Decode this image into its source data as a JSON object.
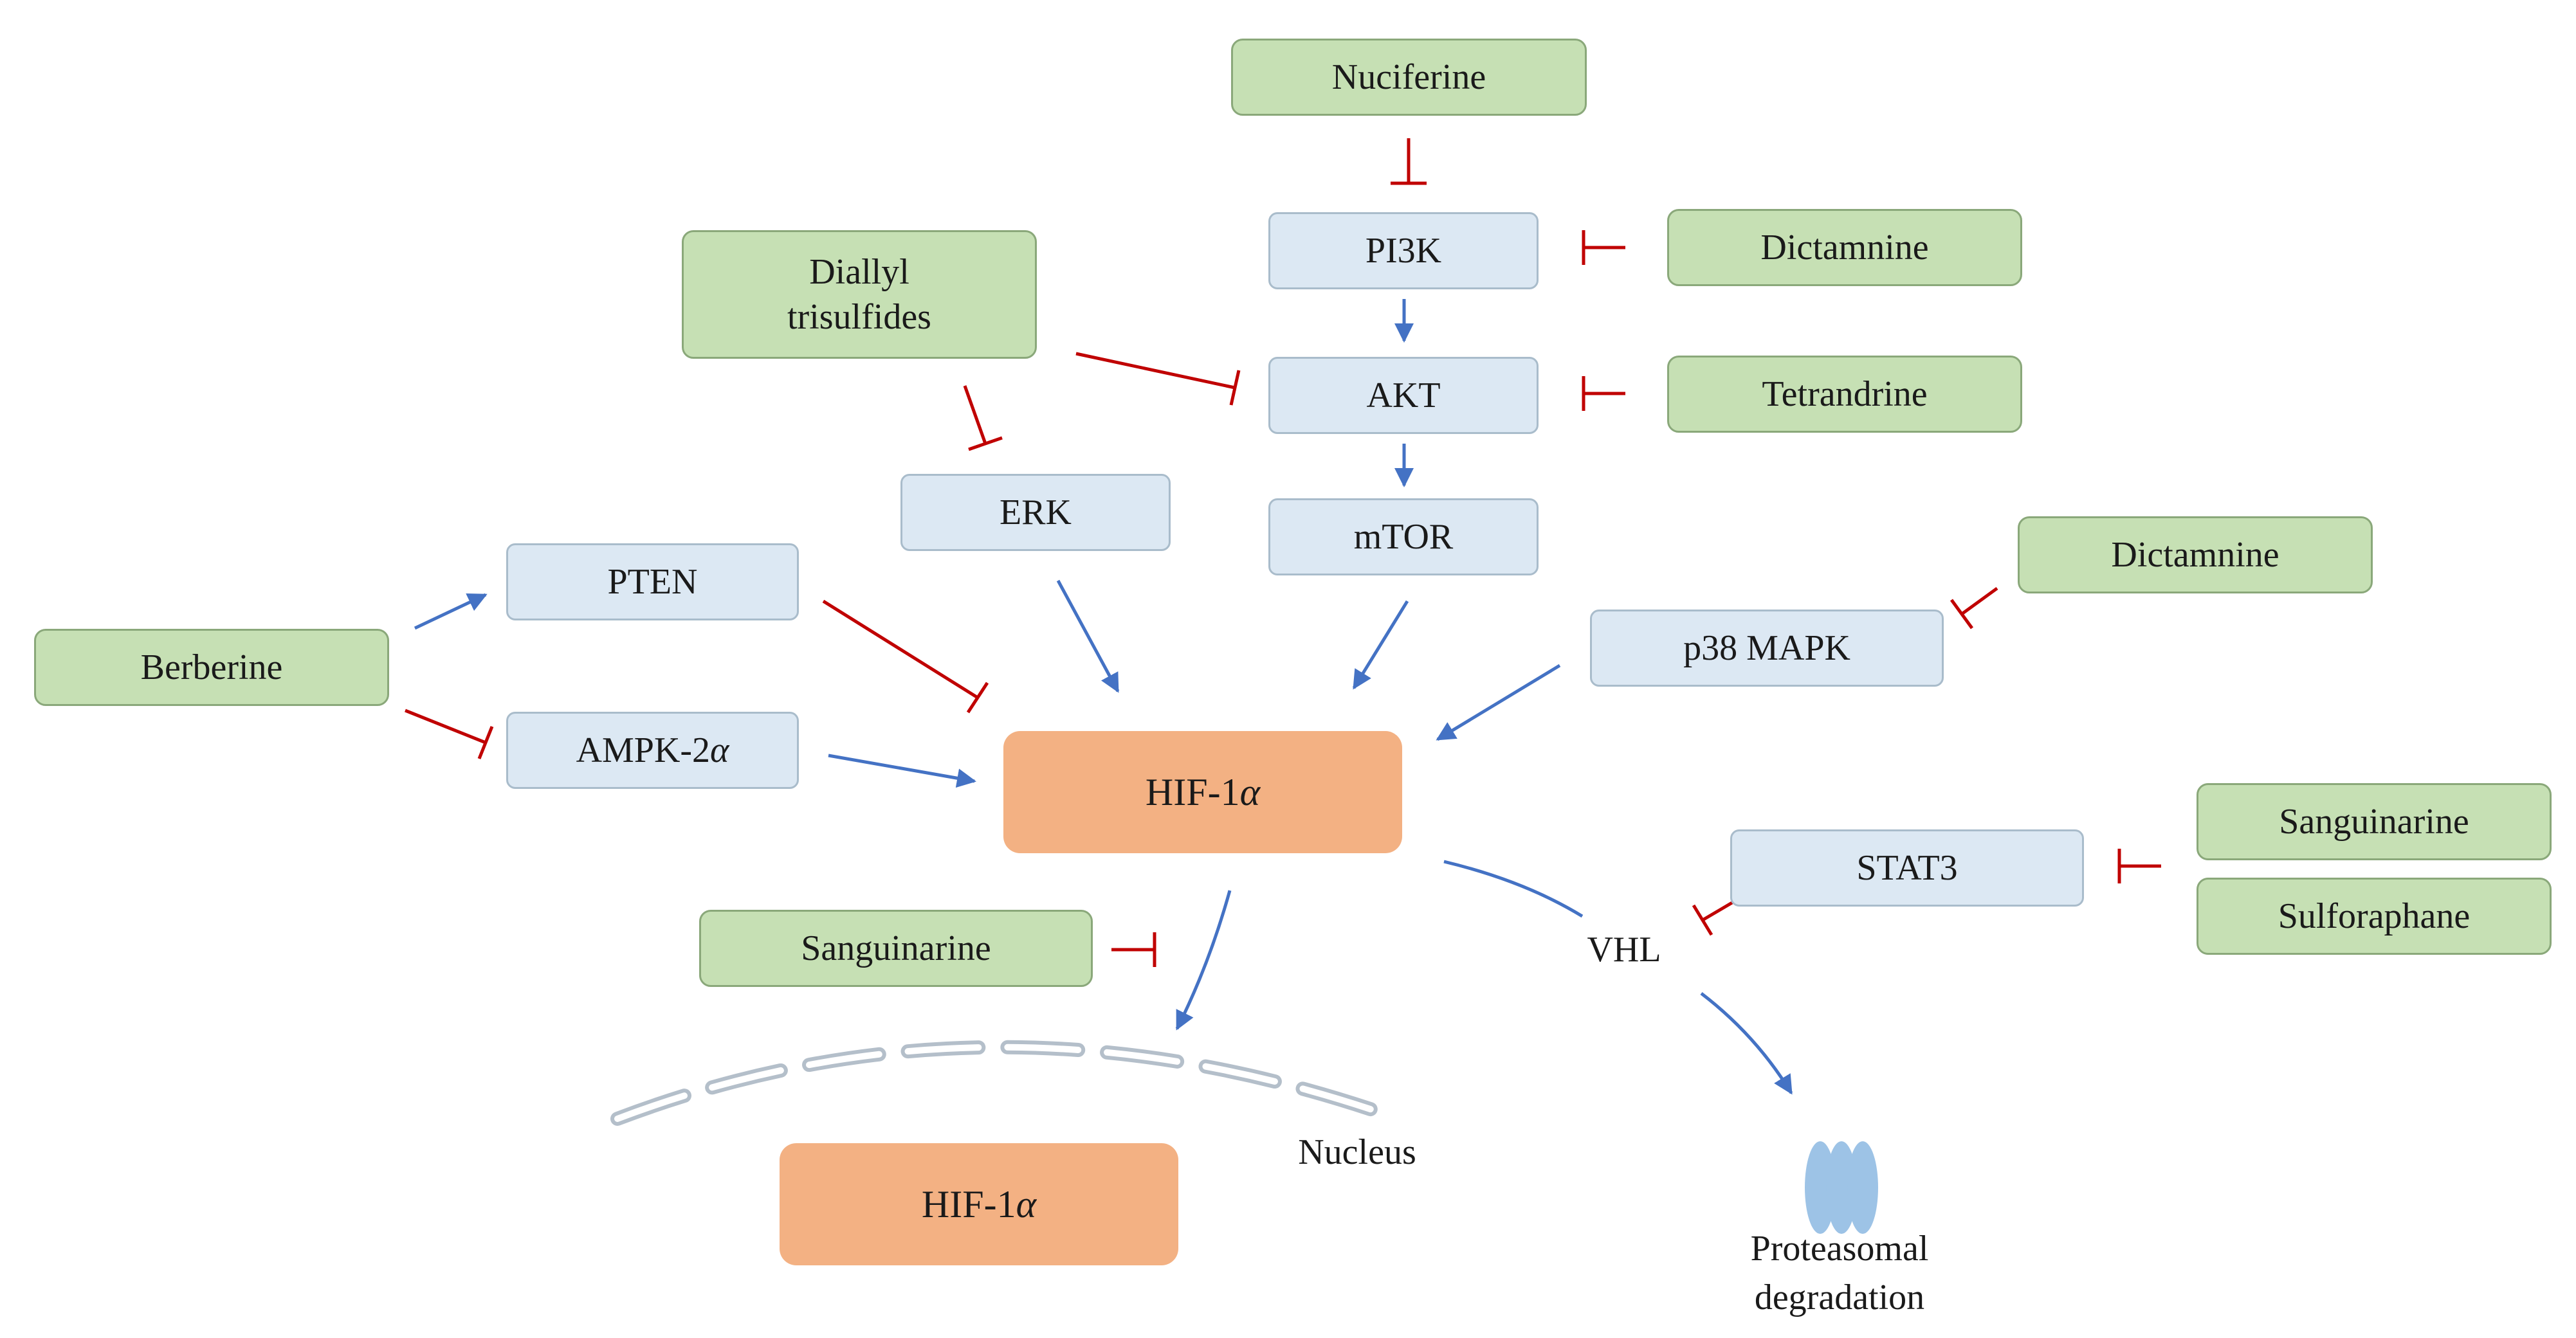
{
  "nodes": {
    "nuciferine": "Nuciferine",
    "pi3k": "PI3K",
    "dictamnine_top": "Dictamnine",
    "diallyl_line1": "Diallyl",
    "diallyl_line2": "trisulfides",
    "akt": "AKT",
    "tetrandrine": "Tetrandrine",
    "erk": "ERK",
    "mtor": "mTOR",
    "dictamnine_right": "Dictamnine",
    "pten": "PTEN",
    "p38": "p38 MAPK",
    "berberine": "Berberine",
    "ampk_prefix": "AMPK-2",
    "ampk_greek": "α",
    "hif_prefix": "HIF-1",
    "hif_greek": "α",
    "stat3": "STAT3",
    "sanguinarine_right": "Sanguinarine",
    "sulforaphane": "Sulforaphane",
    "sanguinarine_left": "Sanguinarine",
    "vhl": "VHL",
    "nucleus": "Nucleus",
    "proteasomal_line1": "Proteasomal",
    "proteasomal_line2": "degradation"
  },
  "colors": {
    "drug_fill": "#c6e0b4",
    "protein_fill": "#dce8f3",
    "hif_fill": "#f3b183",
    "activation_arrow": "#4472c4",
    "inhibition_line": "#c00000",
    "proteasome": "#9dc3e6",
    "nuclear_membrane": "#b4bfca"
  }
}
